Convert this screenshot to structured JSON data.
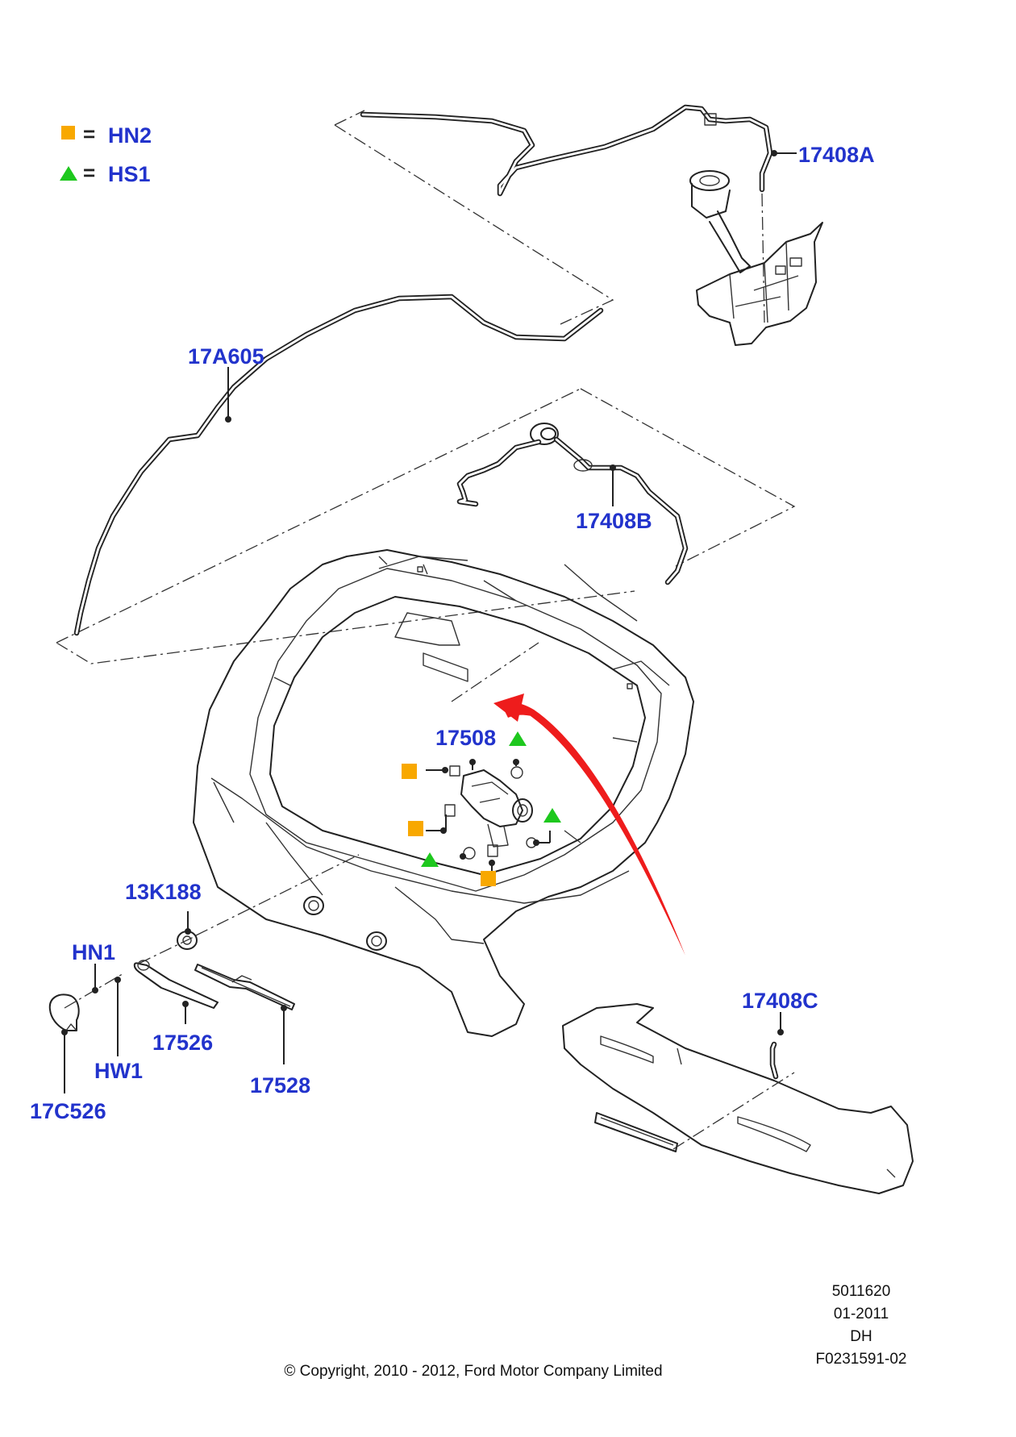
{
  "legend": [
    {
      "symbol": "square",
      "color": "#f8a800",
      "label": "HN2"
    },
    {
      "symbol": "triangle",
      "color": "#1ec81e",
      "label": "HS1"
    }
  ],
  "legend_equals": "=",
  "callouts": {
    "c17408A": "17408A",
    "c17A605": "17A605",
    "c17408B": "17408B",
    "c17508": "17508",
    "c13K188": "13K188",
    "cHN1": "HN1",
    "c17526": "17526",
    "cHW1": "HW1",
    "c17528": "17528",
    "c17C526": "17C526",
    "c17408C": "17408C"
  },
  "info": {
    "line1": "5011620",
    "line2": "01-2011",
    "line3": "DH",
    "line4": "F0231591-02"
  },
  "copyright": "© Copyright, 2010 - 2012, Ford Motor Company Limited",
  "colors": {
    "callout": "#2233cc",
    "arrow": "#ee1c1c",
    "hn2": "#f8a800",
    "hs1": "#1ec81e"
  }
}
